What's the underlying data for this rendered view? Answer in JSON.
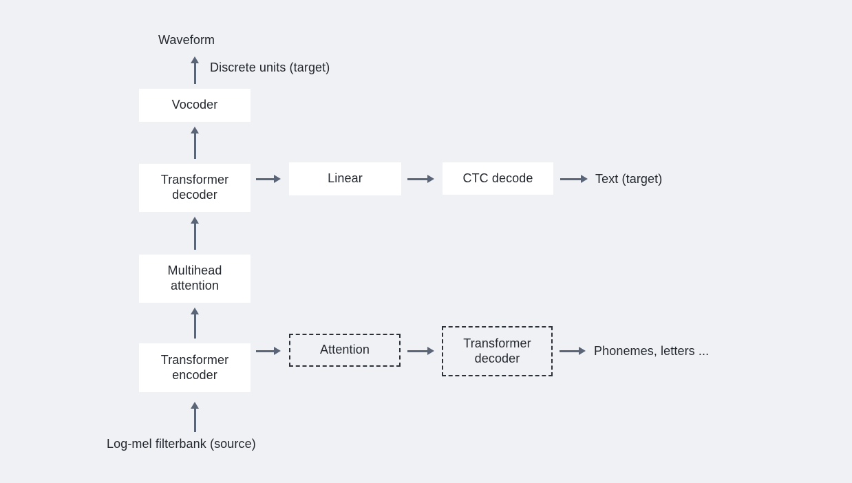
{
  "colors": {
    "bg": "#f0f1f5",
    "box": "#ffffff",
    "text": "#23272e",
    "arrow": "#5a6578",
    "dash": "#2c3038"
  },
  "diagram": {
    "nodes": {
      "vocoder": "Vocoder",
      "transformer_decoder": "Transformer decoder",
      "multihead_attention": "Multihead attention",
      "transformer_encoder": "Transformer encoder",
      "linear": "Linear",
      "ctc_decode": "CTC decode",
      "attention": "Attention",
      "transformer_decoder_2": "Transformer decoder"
    },
    "labels": {
      "waveform": "Waveform",
      "discrete_units_target": "Discrete units (target)",
      "text_target": "Text (target)",
      "phonemes_letters": "Phonemes, letters ...",
      "log_mel_filterbank_source": "Log-mel filterbank (source)"
    }
  }
}
